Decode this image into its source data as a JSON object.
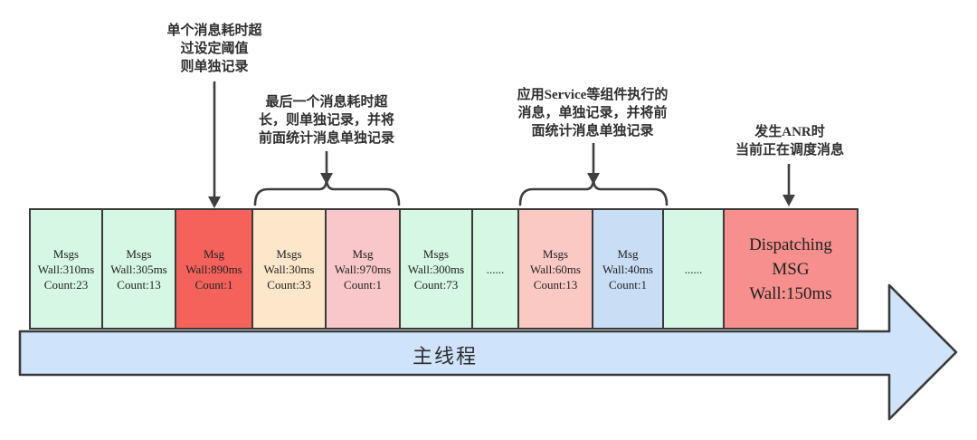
{
  "annotations": [
    {
      "lines": [
        "单个消息耗时超",
        "过设定阈值",
        "则单独记录"
      ]
    },
    {
      "lines": [
        "最后一个消息耗时超",
        "长，则单独记录，并将",
        "前面统计消息单独记录"
      ]
    },
    {
      "lines": [
        "应用Service等组件执行的",
        "消息，单独记录，并将前",
        "面统计消息单独记录"
      ]
    },
    {
      "lines": [
        "发生ANR时",
        "当前正在调度消息"
      ]
    }
  ],
  "timeline": {
    "boxes": [
      {
        "line1": "Msgs",
        "line2": "Wall:310ms",
        "line3": "Count:23",
        "color": "#d5f7e3"
      },
      {
        "line1": "Msgs",
        "line2": "Wall:305ms",
        "line3": "Count:13",
        "color": "#d5f7e3"
      },
      {
        "line1": "Msg",
        "line2": "Wall:890ms",
        "line3": "Count:1",
        "color": "#f5625c"
      },
      {
        "line1": "Msgs",
        "line2": "Wall:30ms",
        "line3": "Count:33",
        "color": "#fde7cb"
      },
      {
        "line1": "Msg",
        "line2": "Wall:970ms",
        "line3": "Count:1",
        "color": "#f9c7c9"
      },
      {
        "line1": "Msgs",
        "line2": "Wall:300ms",
        "line3": "Count:73",
        "color": "#d5f7e3"
      },
      {
        "line1": "......",
        "color": "#d5f7e3"
      },
      {
        "line1": "Msgs",
        "line2": "Wall:60ms",
        "line3": "Count:13",
        "color": "#fbc9c4"
      },
      {
        "line1": "Msg",
        "line2": "Wall:40ms",
        "line3": "Count:1",
        "color": "#c9ddf5"
      },
      {
        "line1": "......",
        "color": "#d5f7e3"
      },
      {
        "line1": "Dispatching",
        "line2": "MSG",
        "line3": "Wall:150ms",
        "color": "#f68f8d"
      }
    ]
  },
  "main_thread": {
    "label": "主线程"
  },
  "colors": {
    "border": "#3a3a3a",
    "connector": "#3f3f3f",
    "text": "#222222",
    "ann_text": "#2f2f2f",
    "arrow_fill": "#cfe3fa"
  }
}
